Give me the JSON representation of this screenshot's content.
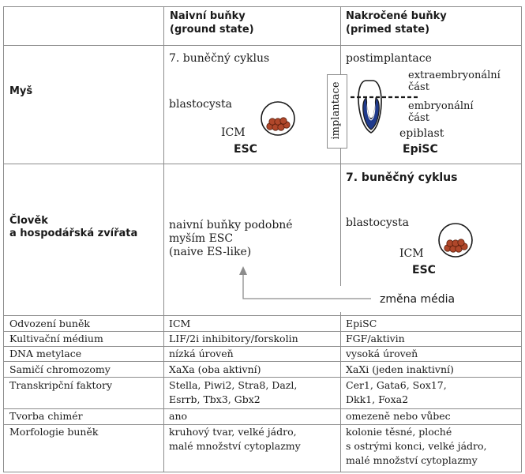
{
  "header": {
    "col2_line1": "Naivní buňky",
    "col2_line2": "(ground state)",
    "col3_line1": "Nakročené buňky",
    "col3_line2": "(primed state)"
  },
  "mouse": {
    "row_label": "Myš",
    "naive_cycle": "7. buněčný cyklus",
    "naive_blastocyst": "blastocysta",
    "naive_icm": "ICM",
    "naive_esc": "ESC",
    "implantation": "implantace",
    "primed_postimpl": "postimplantace",
    "primed_extra_1": "extraembryonální",
    "primed_extra_2": "část",
    "primed_embryo_1": "embryonální",
    "primed_embryo_2": "část",
    "primed_epiblast": "epiblast",
    "primed_episc": "EpiSC"
  },
  "human": {
    "row_label_1": "Člověk",
    "row_label_2": "a hospodářská zvířata",
    "naive_line1": "naivní buňky podobné",
    "naive_line2": "myším ESC",
    "naive_line3": "(naive ES-like)",
    "primed_cycle": "7. buněčný cyklus",
    "primed_blastocyst": "blastocysta",
    "primed_icm": "ICM",
    "primed_esc": "ESC",
    "medium_change": "změna média"
  },
  "rows": [
    {
      "label": "Odvození buněk",
      "naive": [
        "ICM"
      ],
      "primed": [
        "EpiSC"
      ]
    },
    {
      "label": "Kultivační médium",
      "naive": [
        "LIF/2i inhibitory/forskolin"
      ],
      "primed": [
        "FGF/aktivin"
      ]
    },
    {
      "label": "DNA metylace",
      "naive": [
        "nízká úroveň"
      ],
      "primed": [
        "vysoká úroveň"
      ]
    },
    {
      "label": "Samičí chromozomy",
      "naive": [
        "XaXa (oba aktivní)"
      ],
      "primed": [
        "XaXi (jeden inaktivní)"
      ]
    },
    {
      "label": "Transkripční faktory",
      "naive": [
        "Stella, Piwi2, Stra8, Dazl,",
        "Esrrb, Tbx3, Gbx2"
      ],
      "primed": [
        "Cer1, Gata6, Sox17,",
        "Dkk1, Foxa2"
      ]
    },
    {
      "label": "Tvorba chimér",
      "naive": [
        "ano"
      ],
      "primed": [
        "omezeně nebo vůbec"
      ]
    },
    {
      "label": "Morfologie buněk",
      "naive": [
        "kruhový tvar, velké jádro,",
        "malé množství cytoplazmy"
      ],
      "primed": [
        "kolonie těsné, ploché",
        "s ostrými konci, velké jádro,",
        "malé množství cytoplazmy"
      ]
    }
  ],
  "colors": {
    "embryo_blue": "#1f3a8c",
    "cell_brown": "#b0472a",
    "grid": "#8c8c8c"
  }
}
